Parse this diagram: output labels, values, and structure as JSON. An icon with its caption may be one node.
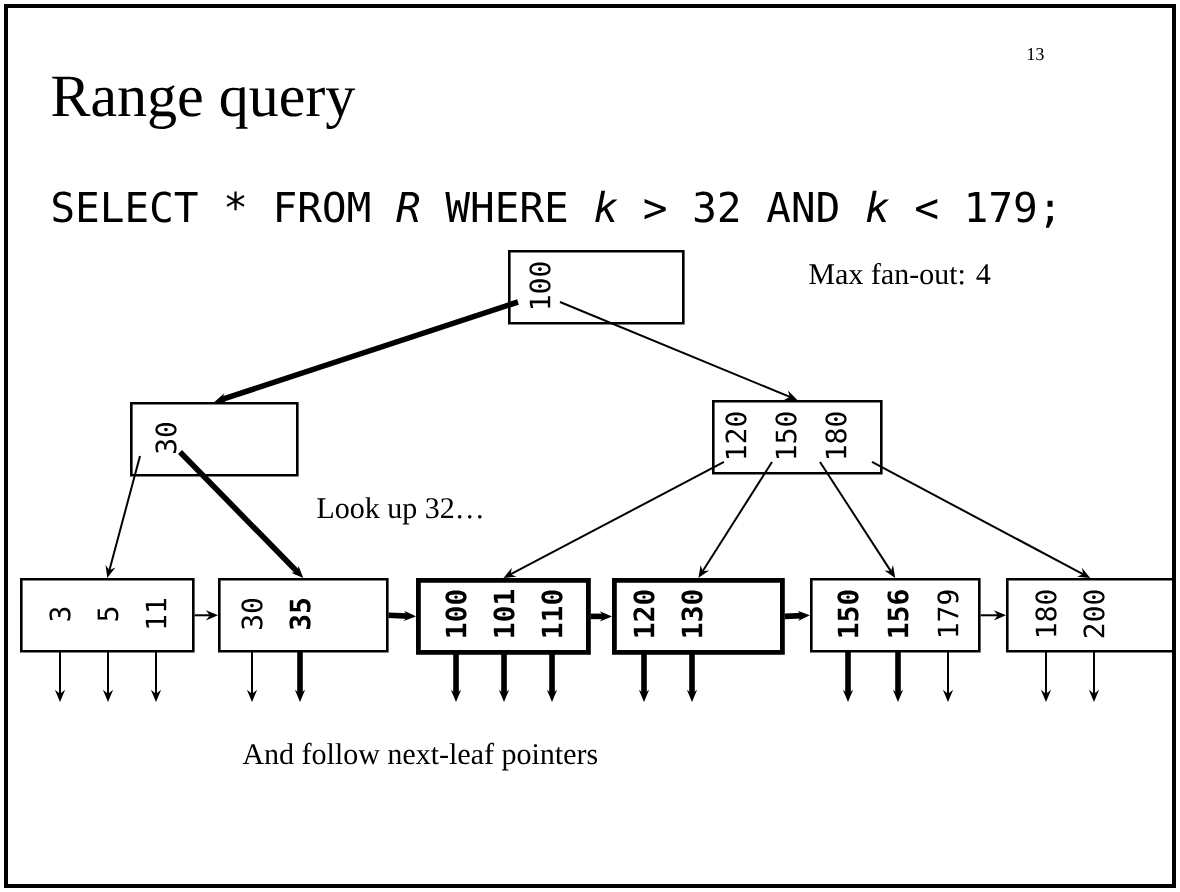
{
  "diagram": {
    "title": "Range query",
    "nodes": [
      {
        "text": [
          "100"
        ]
      },
      {
        "text": [
          "30"
        ]
      },
      {
        "text": [
          "120",
          "150",
          "180"
        ]
      },
      {
        "text": [
          "3",
          "5",
          "11"
        ]
      },
      {
        "text": [
          "30",
          "35"
        ]
      },
      {
        "text": [
          "100",
          "101",
          "110"
        ]
      },
      {
        "text": [
          "120",
          "130"
        ]
      },
      {
        "text": [
          "150",
          "156",
          "179"
        ]
      },
      {
        "text": [
          "180",
          "200"
        ]
      }
    ],
    "edges": [
      {
        "from": 0,
        "to": 1,
        "arrow": "to",
        "style": "thick"
      },
      {
        "from": 0,
        "to": 2,
        "arrow": "to"
      },
      {
        "from": 1,
        "to": 3,
        "arrow": "to"
      },
      {
        "from": 1,
        "to": 4,
        "arrow": "to",
        "style": "thick"
      },
      {
        "from": 2,
        "to": 5,
        "arrow": "to"
      },
      {
        "from": 2,
        "to": 6,
        "arrow": "to"
      },
      {
        "from": 2,
        "to": 7,
        "arrow": "to"
      },
      {
        "from": 2,
        "to": 8,
        "arrow": "to"
      },
      {
        "from": 3,
        "to": 4,
        "arrow": "to"
      },
      {
        "from": 4,
        "to": 5,
        "arrow": "to",
        "style": "thick"
      },
      {
        "from": 5,
        "to": 6,
        "arrow": "to",
        "style": "thick"
      },
      {
        "from": 6,
        "to": 7,
        "arrow": "to",
        "style": "thick"
      },
      {
        "from": 7,
        "to": 8,
        "arrow": "to"
      },
      {
        "from": 3,
        "to": null,
        "arrow": "to"
      },
      {
        "from": 3,
        "to": null,
        "arrow": "to"
      },
      {
        "from": 3,
        "to": null,
        "arrow": "to"
      },
      {
        "from": 4,
        "to": null,
        "arrow": "to"
      },
      {
        "from": 4,
        "to": null,
        "arrow": "to",
        "style": "thick"
      },
      {
        "from": 5,
        "to": null,
        "arrow": "to",
        "style": "thick"
      },
      {
        "from": 5,
        "to": null,
        "arrow": "to",
        "style": "thick"
      },
      {
        "from": 5,
        "to": null,
        "arrow": "to",
        "style": "thick"
      },
      {
        "from": 6,
        "to": null,
        "arrow": "to",
        "style": "thick"
      },
      {
        "from": 6,
        "to": null,
        "arrow": "to",
        "style": "thick"
      },
      {
        "from": 7,
        "to": null,
        "arrow": "to",
        "style": "thick"
      },
      {
        "from": 7,
        "to": null,
        "arrow": "to",
        "style": "thick"
      },
      {
        "from": 7,
        "to": null,
        "arrow": "to"
      },
      {
        "from": 8,
        "to": null,
        "arrow": "to"
      },
      {
        "from": 8,
        "to": null,
        "arrow": "to"
      }
    ],
    "labels": [
      "13",
      "SELECT * FROM *R* WHERE *k* > 32 AND *k* < 179;",
      "Max fan-out: 4",
      "Look up 32…",
      "And follow next-leaf pointers"
    ]
  }
}
